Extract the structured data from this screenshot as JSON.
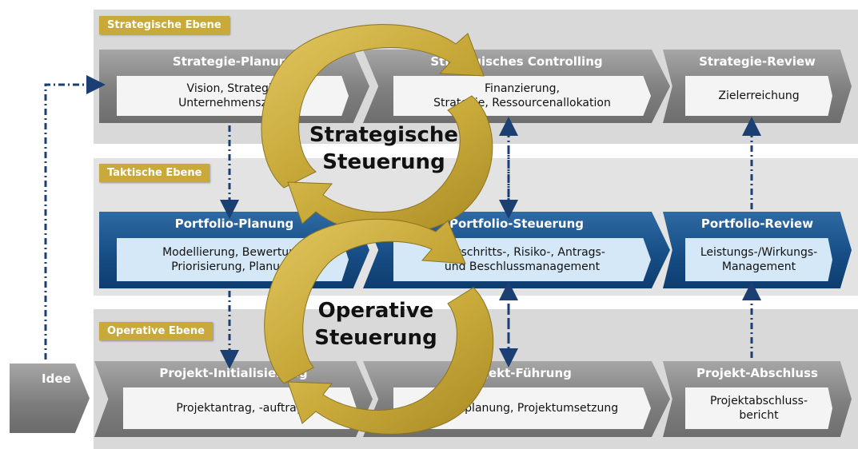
{
  "levels": {
    "strategic": "Strategische Ebene",
    "tactical": "Taktische Ebene",
    "operative": "Operative Ebene"
  },
  "strategic": [
    {
      "title": "Strategie-Planung",
      "body": "Vision, Strategie\nUnternehmensziele"
    },
    {
      "title": "Strategisches Controlling",
      "body": "Finanzierung,\nStrategie, Ressourcenallokation"
    },
    {
      "title": "Strategie-Review",
      "body": "Zielerreichung"
    }
  ],
  "tactical": [
    {
      "title": "Portfolio-Planung",
      "body": "Modellierung, Bewertung\nPriorisierung, Planung"
    },
    {
      "title": "Portfolio-Steuerung",
      "body": "Fortschritts-, Risiko-, Antrags-\nund Beschlussmanagement"
    },
    {
      "title": "Portfolio-Review",
      "body": "Leistungs-/Wirkungs-\nManagement"
    }
  ],
  "operative": [
    {
      "title": "Projekt-Initialisierung",
      "body": "Projektantrag, -auftrag"
    },
    {
      "title": "Projekt-Führung",
      "body": "Projektplanung, Projektumsetzung"
    },
    {
      "title": "Projekt-Abschluss",
      "body": "Projektabschluss-\nbericht"
    }
  ],
  "idee": "Idee",
  "cycles": {
    "strategic": "Strategische\nSteuerung",
    "operative": "Operative\nSteuerung"
  },
  "colors": {
    "gold": "#c8a93a",
    "navy": "#1b3f73",
    "blue_box": "#174e86",
    "gray_box": "#7f7f7f"
  }
}
